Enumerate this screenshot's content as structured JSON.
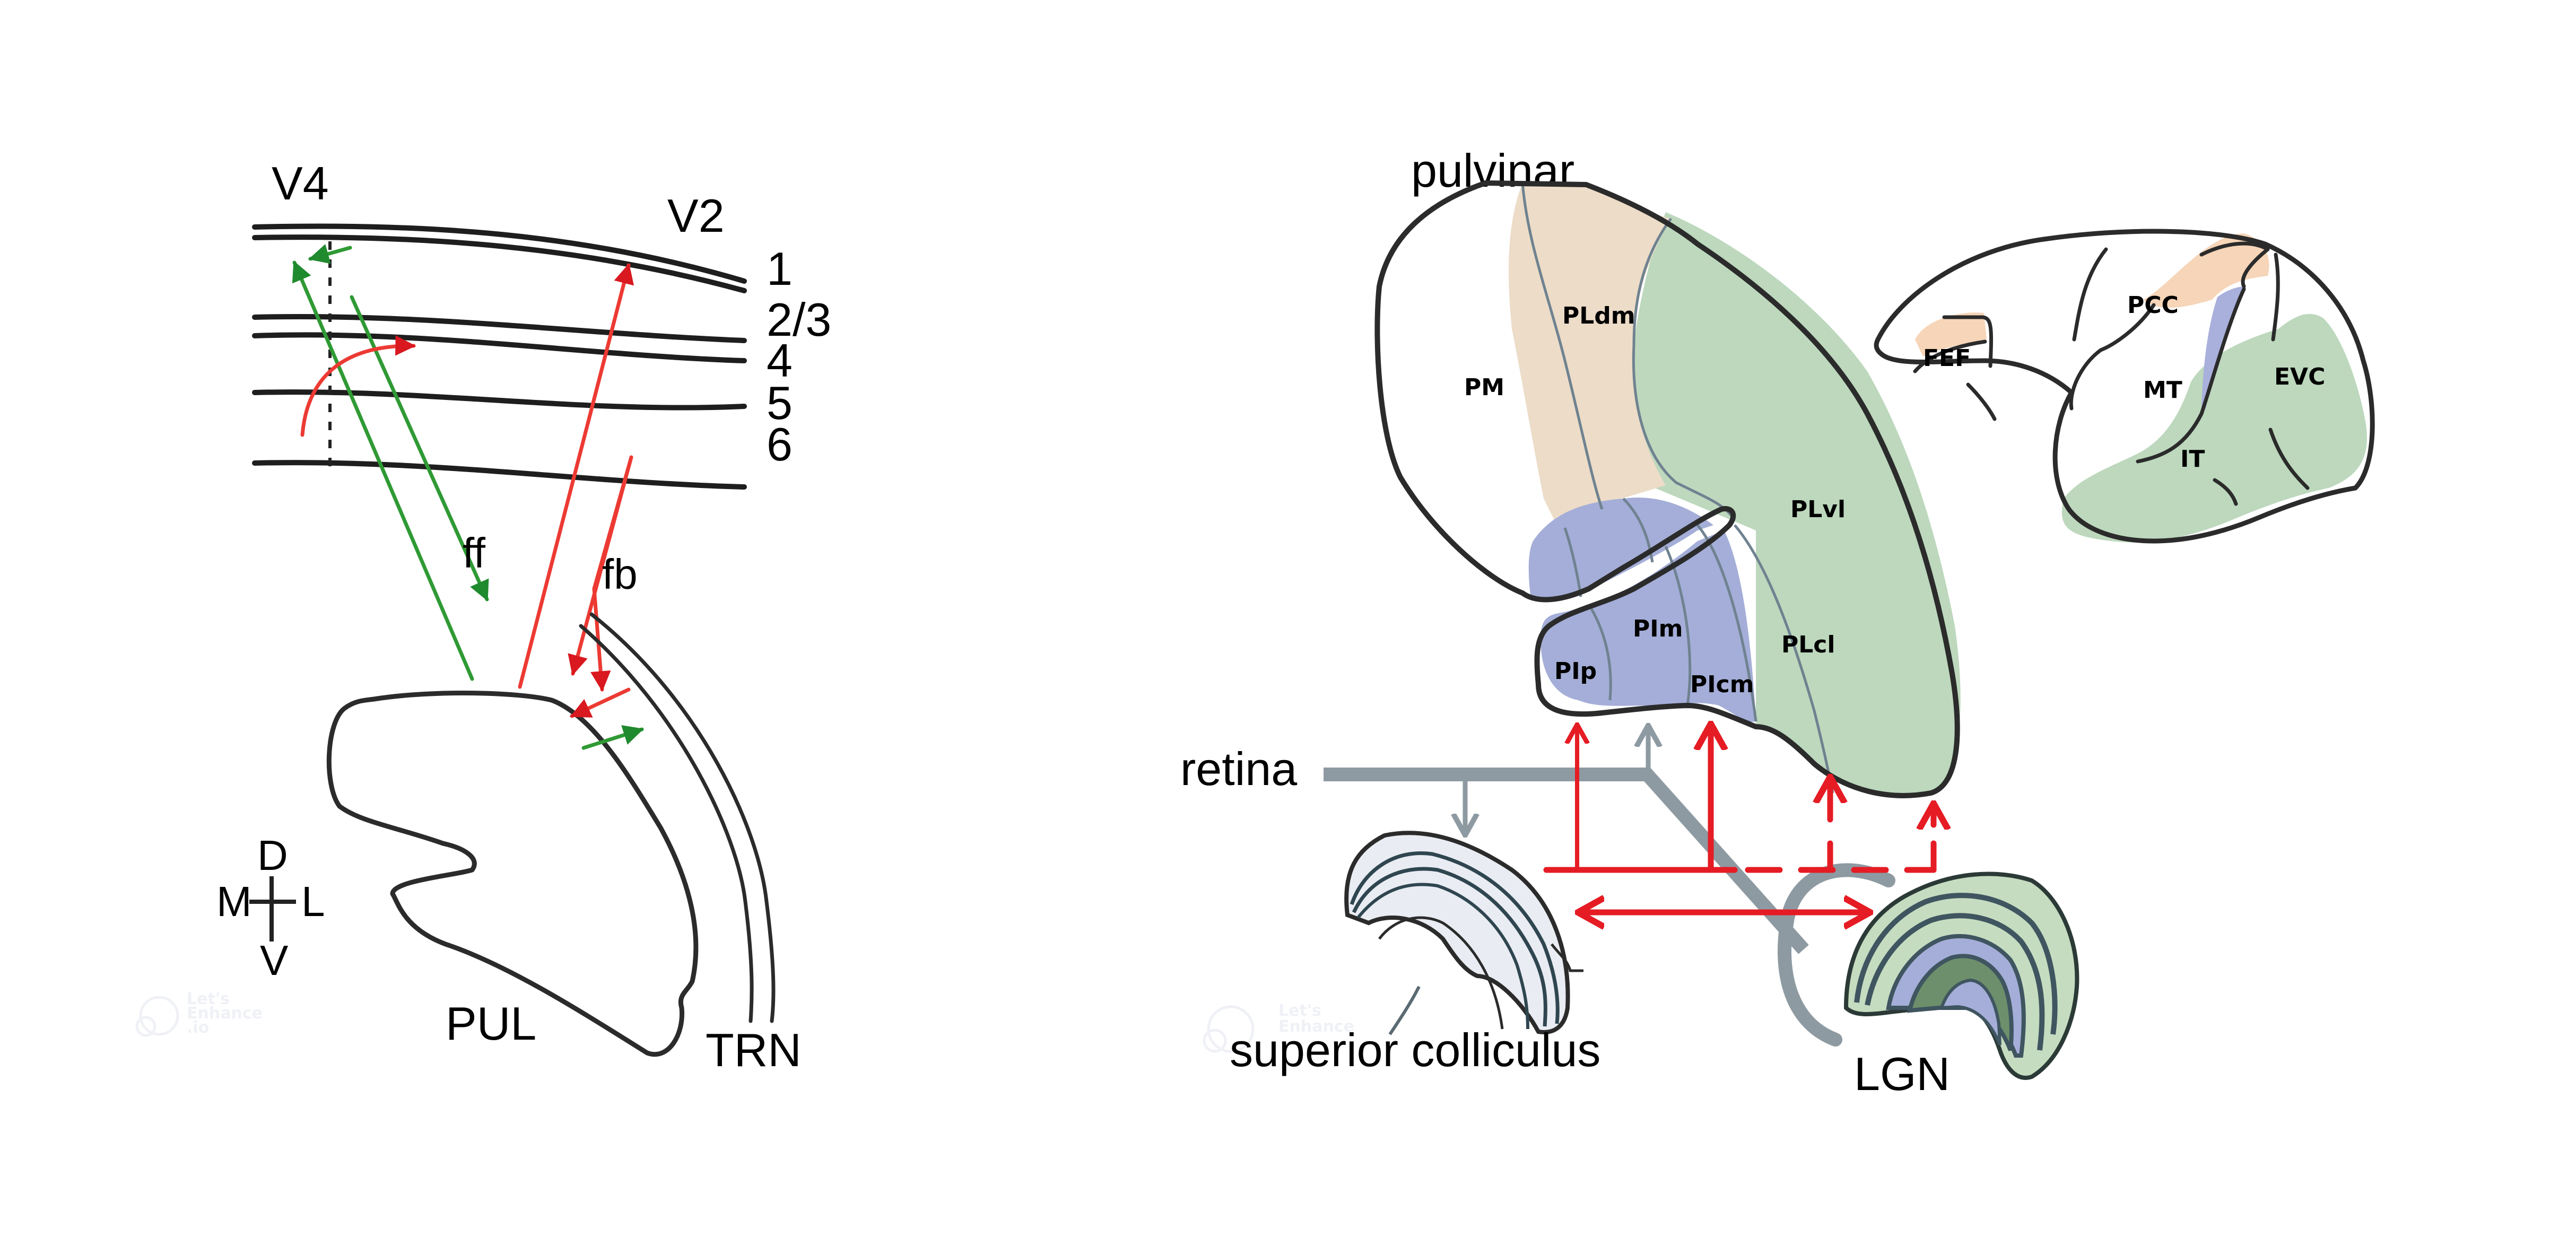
{
  "colors": {
    "ff_green": "#2f9a34",
    "fb_red": "#e51c24",
    "retina_gray": "#8e9aa2",
    "region_white": "#ffffff",
    "region_tan": "#ecdcc8",
    "region_green": "#bdd8bd",
    "region_blue": "#a4aed8",
    "fef_pcc_orange": "#f6d5b8",
    "mt_purple": "#aab0dc"
  },
  "left_panel": {
    "areas": {
      "v4": "V4",
      "v2": "V2"
    },
    "layers": [
      "1",
      "2/3",
      "4",
      "5",
      "6"
    ],
    "pathways": {
      "feedforward": "ff",
      "feedback": "fb"
    },
    "nuclei": {
      "pulvinar": "PUL",
      "trn": "TRN"
    },
    "orientation": {
      "dorsal": "D",
      "ventral": "V",
      "medial": "M",
      "lateral": "L"
    }
  },
  "right_panel": {
    "title": "pulvinar",
    "pulvinar_subdivisions": [
      "PM",
      "PLdm",
      "PLvl",
      "PIm",
      "PIp",
      "PIcm",
      "PLcl"
    ],
    "cortex_areas": [
      "FEF",
      "PCC",
      "MT",
      "EVC",
      "IT"
    ],
    "inputs": {
      "retina": "retina",
      "superior_colliculus": "superior colliculus",
      "lgn": "LGN"
    }
  },
  "watermarks": [
    {
      "line1": "Let's",
      "line2": "Enhance",
      "line3": ".io"
    },
    {
      "line1": "Let's",
      "line2": "Enhance",
      "line3": ".io"
    }
  ]
}
